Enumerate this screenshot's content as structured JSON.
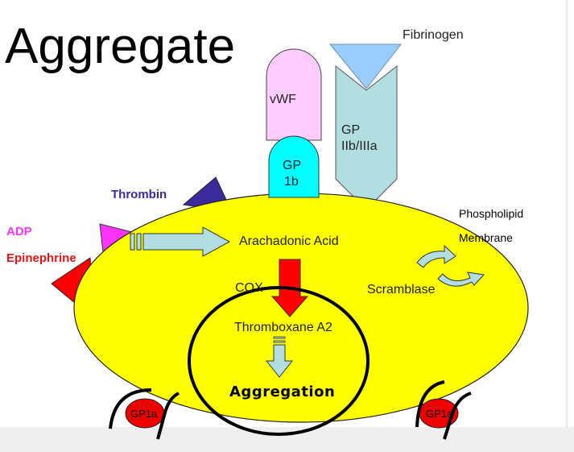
{
  "slide": {
    "title": "Aggregate"
  },
  "labels": {
    "fibrinogen": "Fibrinogen",
    "vwf": "vWF",
    "gp1b_line1": "GP",
    "gp1b_line2": "1b",
    "gp2b3a_line1": "GP",
    "gp2b3a_line2": "IIb/IIIa",
    "thrombin": "Thrombin",
    "adp": "ADP",
    "epinephrine": "Epinephrine",
    "phospholipid": "Phospholipid",
    "membrane": "Membrane",
    "arachadonic_acid": "Arachadonic Acid",
    "cox": "COX",
    "scramblase": "Scramblase",
    "thromboxane": "Thromboxane A2",
    "aggregation": "Aggregation",
    "gp1a_left": "GP1a",
    "gp1a_right": "GP1a"
  },
  "colors": {
    "platelet": "#ffff00",
    "vwf": "#ffccff",
    "gp1b": "#00ffff",
    "gp2b3a": "#b2dde1",
    "fibrinogen": "#99ccff",
    "thrombin": "#3a2a9c",
    "thrombin_text": "#3a2aa0",
    "adp": "#ff33ff",
    "adp_text": "#ff33ff",
    "epinephrine": "#ff0000",
    "epinephrine_text": "#ee1111",
    "arrow_light": "#b2dde1",
    "arrow_red": "#ff0000",
    "gp1a": "#ee0000",
    "ring": "#000000"
  }
}
